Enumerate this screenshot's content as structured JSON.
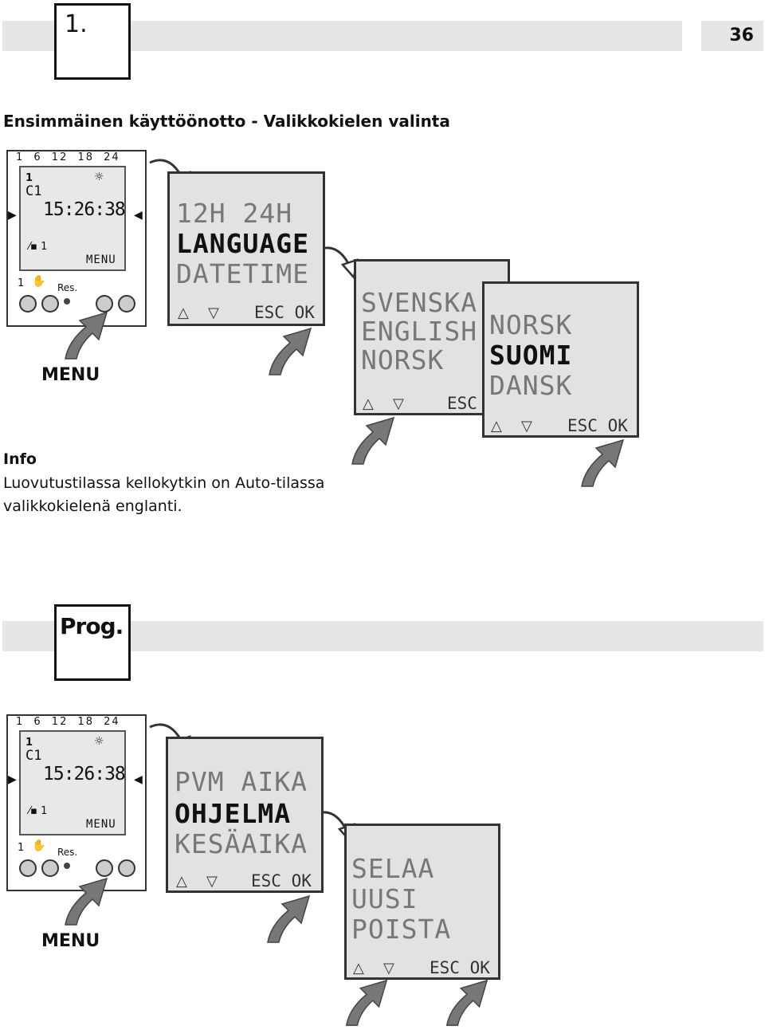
{
  "section1": {
    "number": "1.",
    "page_number": "36"
  },
  "heading": "Ensimmäinen käyttöönotto - Valikkokielen valinta",
  "device": {
    "scale": "1  6  12  18  24",
    "line1": "1",
    "channel": "C1",
    "time": "15:26:38",
    "switch": "1",
    "menu_display": "MENU",
    "bottom_number": "1",
    "reset_label": "Res."
  },
  "menu_caption": "MENU",
  "panel_main": {
    "l1": "12H 24H",
    "l2": "LANGUAGE",
    "l3": "DATETIME",
    "controls": "ESC OK"
  },
  "panel_lang1": {
    "l1": "SVENSKA",
    "l2": "ENGLISH",
    "l3": "NORSK",
    "controls": "ESC"
  },
  "panel_lang2": {
    "l1": "NORSK",
    "l2": "SUOMI",
    "l3": "DANSK",
    "controls": "ESC OK"
  },
  "info": {
    "title": "Info",
    "line1": "Luovutustilassa kellokytkin on Auto-tilassa",
    "line2": "valikkokielenä englanti."
  },
  "section2": {
    "title": "Prog."
  },
  "panel_prog": {
    "l1": "PVM AIKA",
    "l2": "OHJELMA",
    "l3": "KESÄAIKA",
    "controls": "ESC OK"
  },
  "panel_prog2": {
    "l1": "SELAA",
    "l2": "UUSI",
    "l3": "POISTA",
    "controls": "ESC OK"
  },
  "icons": [
    "sun-icon",
    "arrow-up-icon",
    "arrow-down-icon",
    "curved-arrow-icon",
    "hand-icon"
  ]
}
